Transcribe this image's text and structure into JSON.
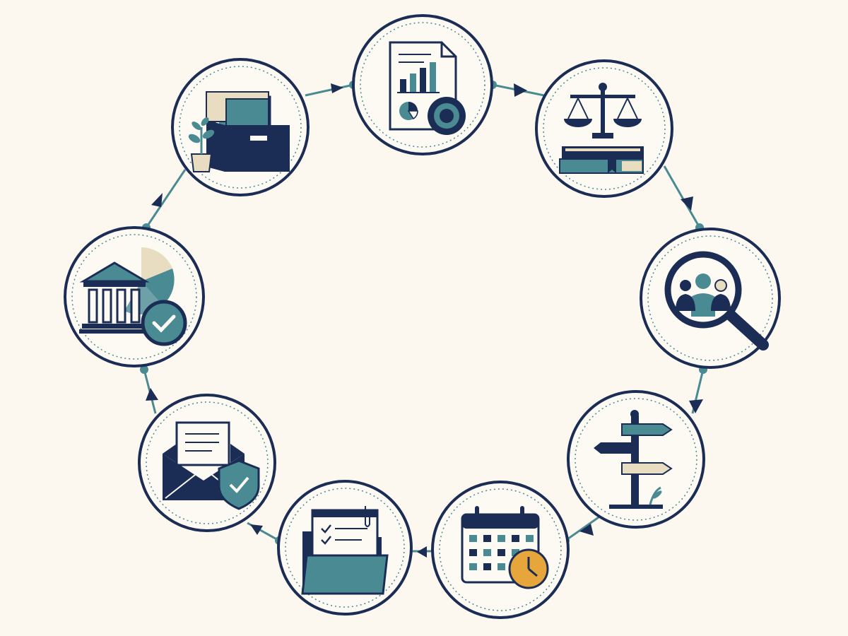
{
  "diagram": {
    "type": "cycle",
    "colors": {
      "background": "#fcf8ef",
      "navy": "#1b2d55",
      "teal": "#4a8a93",
      "beige": "#e8dcc1",
      "gold": "#e7a63b",
      "white": "#ffffff"
    },
    "nodes": [
      {
        "id": "records-archive",
        "icon": "file-box-icon"
      },
      {
        "id": "financial-reports",
        "icon": "report-chart-icon"
      },
      {
        "id": "legal-review",
        "icon": "scales-of-justice-icon"
      },
      {
        "id": "stakeholder-search",
        "icon": "magnifier-people-icon"
      },
      {
        "id": "direction-planning",
        "icon": "signpost-icon"
      },
      {
        "id": "scheduling",
        "icon": "calendar-clock-icon"
      },
      {
        "id": "document-checklist",
        "icon": "checklist-folder-icon"
      },
      {
        "id": "secure-mail",
        "icon": "envelope-shield-icon"
      },
      {
        "id": "institution-approval",
        "icon": "bank-check-icon"
      }
    ],
    "flow": "clockwise"
  }
}
